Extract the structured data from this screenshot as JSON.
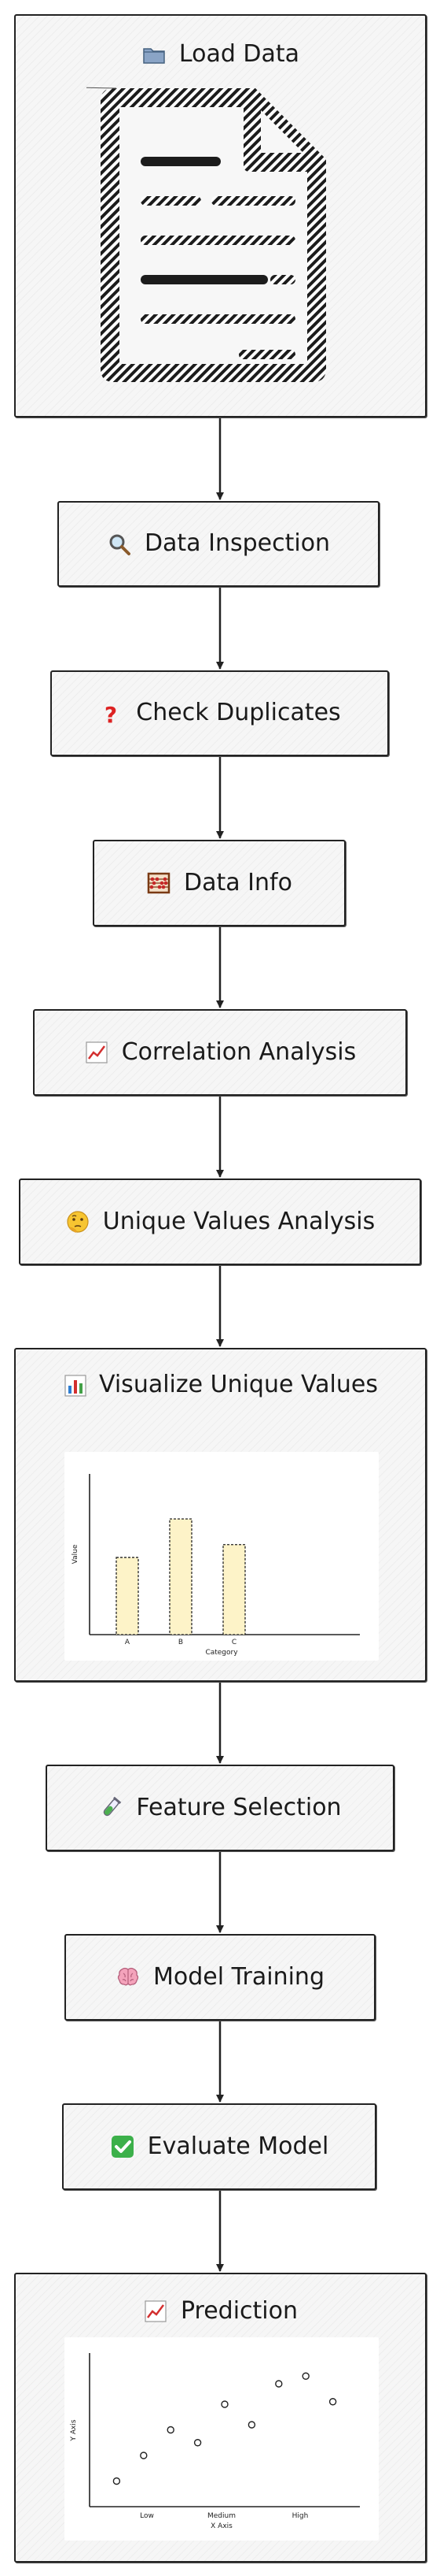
{
  "nodes": {
    "load_data": {
      "label": "Load Data",
      "icon": "folder-icon"
    },
    "data_inspection": {
      "label": "Data Inspection",
      "icon": "magnifier-icon"
    },
    "check_duplicates": {
      "label": "Check Duplicates",
      "icon": "question-mark-icon"
    },
    "data_info": {
      "label": "Data Info",
      "icon": "abacus-icon"
    },
    "correlation_analysis": {
      "label": "Correlation Analysis",
      "icon": "trend-chart-icon"
    },
    "unique_values_analysis": {
      "label": "Unique Values Analysis",
      "icon": "thinking-face-icon"
    },
    "visualize_unique_values": {
      "label": "Visualize Unique Values",
      "icon": "bar-chart-icon"
    },
    "feature_selection": {
      "label": "Feature Selection",
      "icon": "test-tube-icon"
    },
    "model_training": {
      "label": "Model Training",
      "icon": "brain-icon"
    },
    "evaluate_model": {
      "label": "Evaluate Model",
      "icon": "check-mark-icon"
    },
    "prediction": {
      "label": "Prediction",
      "icon": "trend-chart-icon"
    }
  },
  "chart_data": [
    {
      "type": "bar",
      "categories": [
        "A",
        "B",
        "C"
      ],
      "values": [
        48,
        72,
        56
      ],
      "ylim": [
        0,
        100
      ],
      "xlabel": "Category",
      "ylabel": "Value",
      "colors": {
        "bar": "#fdf3c8",
        "stroke": "#222222"
      }
    },
    {
      "type": "scatter",
      "categories": [
        "Low",
        "Medium",
        "High"
      ],
      "x": [
        0.5,
        1.0,
        1.5,
        2.0,
        2.5,
        3.0,
        3.5,
        4.0,
        4.5
      ],
      "y": [
        1.0,
        2.0,
        3.0,
        2.5,
        4.0,
        3.2,
        4.8,
        5.1,
        4.1
      ],
      "xlim": [
        0,
        5
      ],
      "ylim": [
        0,
        6
      ],
      "xlabel": "X Axis",
      "ylabel": "Y Axis"
    }
  ],
  "colors": {
    "border": "#222222",
    "node_fill": "#f6f6f6",
    "arrow": "#222222"
  }
}
